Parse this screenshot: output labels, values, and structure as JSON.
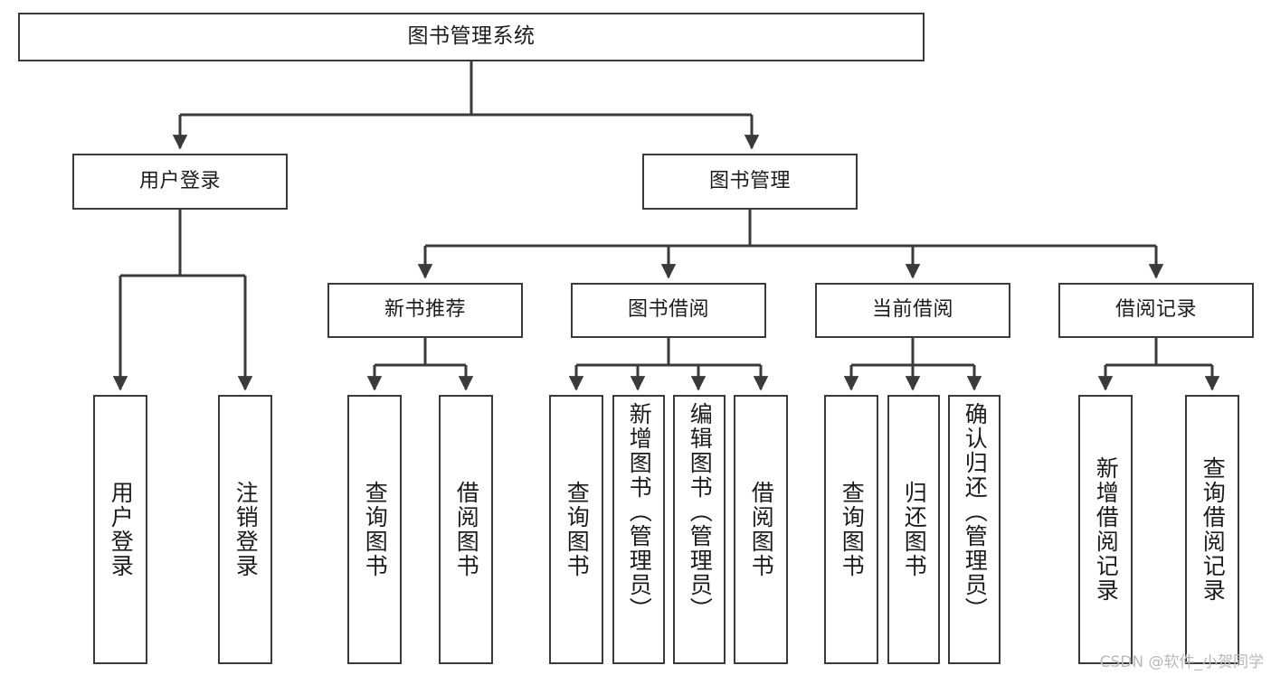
{
  "diagram": {
    "type": "tree",
    "title": "图书管理系统",
    "root": {
      "label": "图书管理系统"
    },
    "level1": [
      {
        "label": "用户登录"
      },
      {
        "label": "图书管理"
      }
    ],
    "level2": [
      {
        "label": "新书推荐"
      },
      {
        "label": "图书借阅"
      },
      {
        "label": "当前借阅"
      },
      {
        "label": "借阅记录"
      }
    ],
    "leaves": {
      "user_login": [
        {
          "label": "用户登录"
        },
        {
          "label": "注销登录"
        }
      ],
      "new_book_recommend": [
        {
          "label": "查询图书"
        },
        {
          "label": "借阅图书"
        }
      ],
      "book_borrow": [
        {
          "label": "查询图书"
        },
        {
          "label": "新增图书（管理员）"
        },
        {
          "label": "编辑图书（管理员）"
        },
        {
          "label": "借阅图书"
        }
      ],
      "current_borrow": [
        {
          "label": "查询图书"
        },
        {
          "label": "归还图书"
        },
        {
          "label": "确认归还（管理员）"
        }
      ],
      "borrow_record": [
        {
          "label": "新增借阅记录"
        },
        {
          "label": "查询借阅记录"
        }
      ]
    },
    "watermark": "CSDN @软件_小贺同学",
    "colors": {
      "stroke": "#3a3a3a",
      "fill": "#ffffff",
      "text": "#1c1c1c",
      "watermark": "#b9b9b9"
    }
  }
}
